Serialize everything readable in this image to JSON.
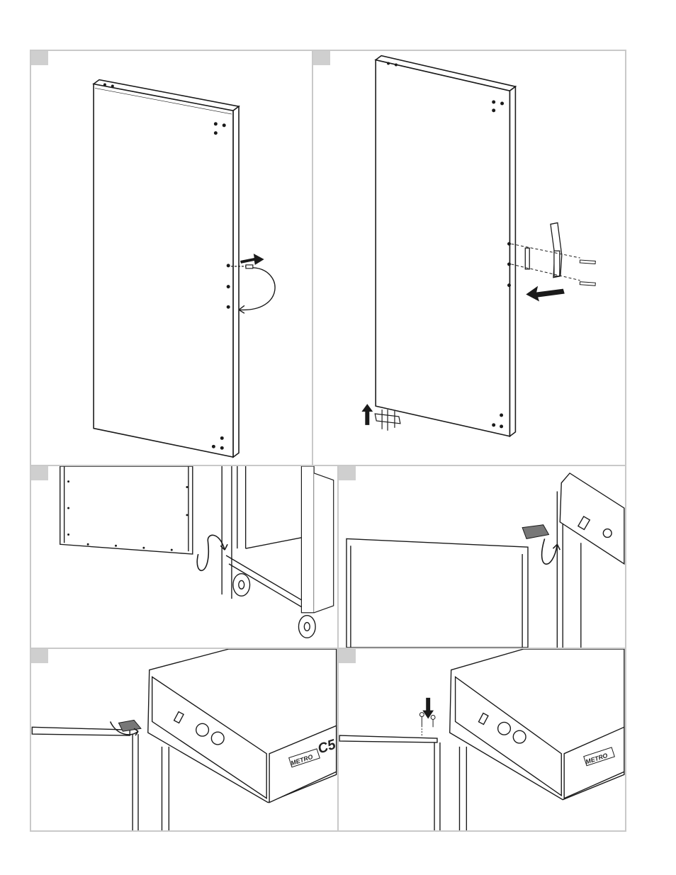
{
  "panels": [
    {
      "id": "p1"
    },
    {
      "id": "p2"
    },
    {
      "id": "p3"
    },
    {
      "id": "p4"
    },
    {
      "id": "p5",
      "logo_text": "METRO",
      "model_text": "C5"
    },
    {
      "id": "p6",
      "logo_text": "METRO"
    }
  ],
  "colors": {
    "border": "#c9c9c9",
    "step_marker": "#cfcfcf",
    "ink": "#1a1a1a"
  }
}
